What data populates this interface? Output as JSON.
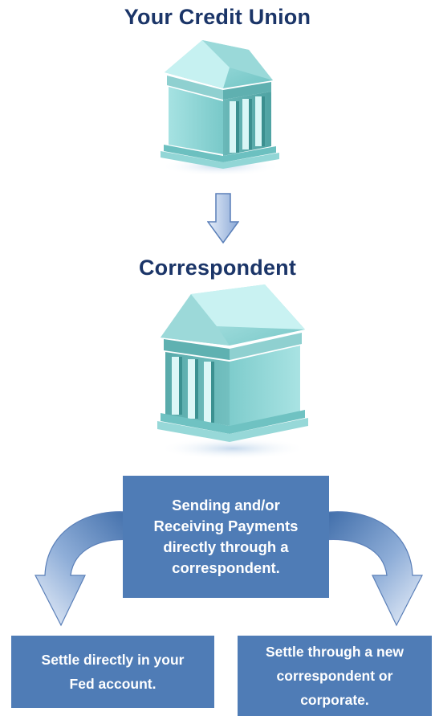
{
  "diagram": {
    "top_label": "Your Credit Union",
    "middle_label": "Correspondent",
    "center_box": {
      "lines": [
        "Sending and/or",
        "Receiving Payments",
        "directly through a",
        "correspondent."
      ]
    },
    "left_box": {
      "lines": [
        "Settle directly in your",
        "Fed account."
      ]
    },
    "right_box": {
      "lines": [
        "Settle through a new",
        "correspondent or",
        "corporate."
      ]
    }
  },
  "colors": {
    "heading": "#1b3568",
    "box_fill": "#4f7cb6",
    "box_text": "#ffffff",
    "bank_teal": "#8fd3d3",
    "arrow_blue": "#6c8fc6"
  },
  "icons": {
    "top_bank": "bank-building-icon",
    "middle_bank": "bank-building-icon",
    "down_arrow": "down-arrow-icon",
    "left_curve": "curved-arrow-left-icon",
    "right_curve": "curved-arrow-right-icon"
  }
}
